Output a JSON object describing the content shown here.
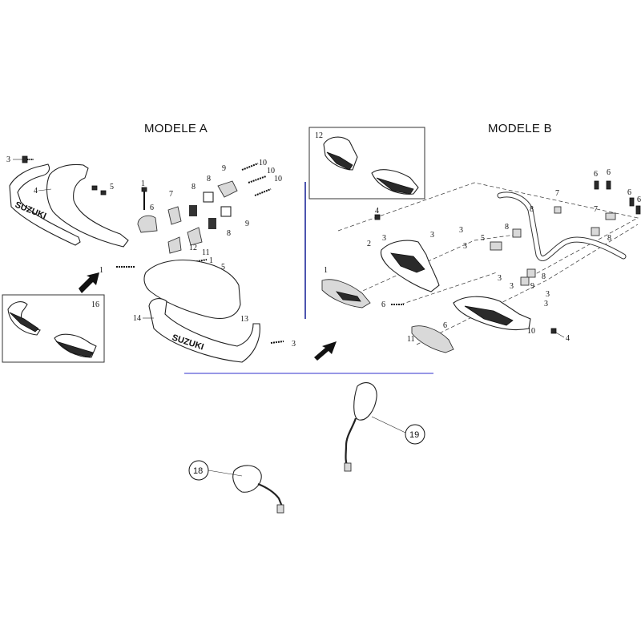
{
  "headings": {
    "model_a": "MODELE A",
    "model_b": "MODELE B"
  },
  "brand_text": "SUZUKI",
  "colors": {
    "divider_vertical": "#1f2a9b",
    "divider_horizontal": "#5a5ad6",
    "outline": "#222222"
  },
  "callouts_a": [
    "3",
    "4",
    "5",
    "6",
    "1",
    "7",
    "8",
    "9",
    "10",
    "10",
    "10",
    "8",
    "9",
    "8",
    "12",
    "1",
    "11",
    "1",
    "5",
    "14",
    "13",
    "3"
  ],
  "callouts_b": [
    "6",
    "6",
    "6",
    "6",
    "7",
    "8",
    "7",
    "8",
    "4",
    "3",
    "2",
    "3",
    "3",
    "5",
    "8",
    "1",
    "3",
    "6",
    "8",
    "9",
    "3",
    "3",
    "3",
    "6",
    "3",
    "10",
    "4",
    "11"
  ],
  "inset_a": {
    "number": "16"
  },
  "inset_b": {
    "number": "12"
  },
  "mirrors": [
    {
      "number": "19"
    },
    {
      "number": "18"
    }
  ]
}
